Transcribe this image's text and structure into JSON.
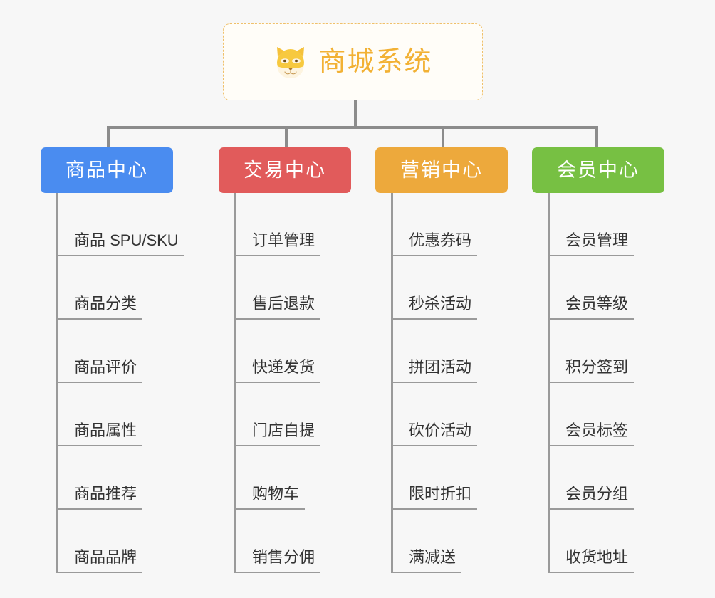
{
  "diagram": {
    "type": "org-chart",
    "background_color": "#f7f7f7",
    "connector_color": "#8c8c8c"
  },
  "root": {
    "title": "商城系统",
    "icon": "shiba-dog-mascot-icon",
    "text_color": "#f2b134",
    "border_color": "#efc06a",
    "background_color": "#fffdf8"
  },
  "branches": [
    {
      "label": "商品中心",
      "color": "#4a8cf0",
      "items": [
        "商品 SPU/SKU",
        "商品分类",
        "商品评价",
        "商品属性",
        "商品推荐",
        "商品品牌"
      ]
    },
    {
      "label": "交易中心",
      "color": "#e15b5b",
      "items": [
        "订单管理",
        "售后退款",
        "快递发货",
        "门店自提",
        "购物车",
        "销售分佣"
      ]
    },
    {
      "label": "营销中心",
      "color": "#eda93c",
      "items": [
        "优惠券码",
        "秒杀活动",
        "拼团活动",
        "砍价活动",
        "限时折扣",
        "满减送"
      ]
    },
    {
      "label": "会员中心",
      "color": "#77c043",
      "items": [
        "会员管理",
        "会员等级",
        "积分签到",
        "会员标签",
        "会员分组",
        "收货地址"
      ]
    }
  ]
}
